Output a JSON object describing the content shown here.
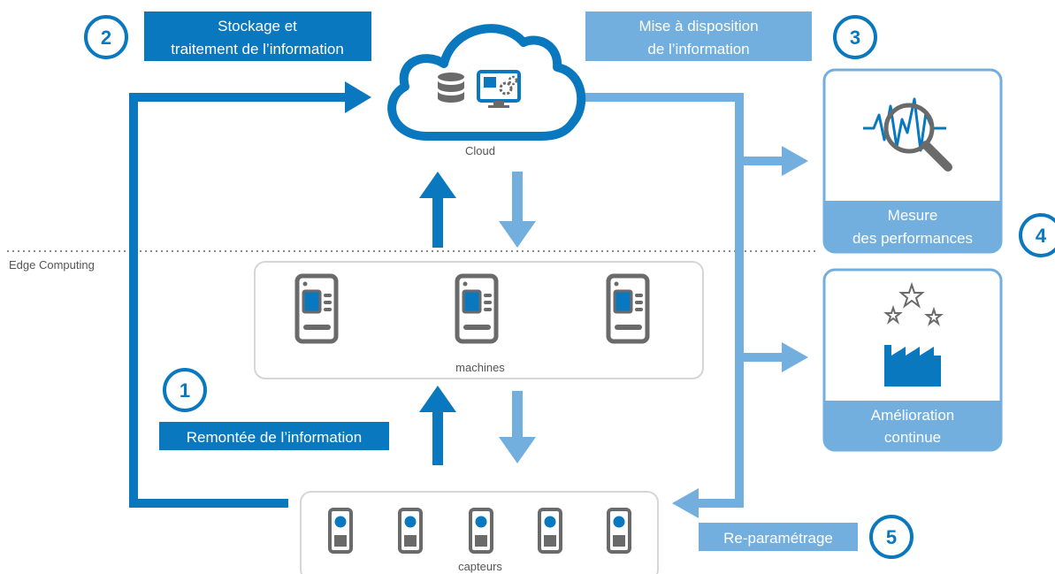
{
  "colors": {
    "dark_blue": "#0a78bf",
    "light_blue": "#72afdf",
    "gray": "#6a6a6a",
    "light_gray": "#d6d6d6",
    "white": "#ffffff"
  },
  "badges": {
    "b1": "1",
    "b2": "2",
    "b3": "3",
    "b4": "4",
    "b5": "5"
  },
  "labels": {
    "stockage_line1": "Stockage et",
    "stockage_line2": "traitement de l’information",
    "mise_line1": "Mise à disposition",
    "mise_line2": "de l’information",
    "remontee": "Remontée de l’information",
    "reparam": "Re-paramétrage",
    "cloud": "Cloud",
    "edge": "Edge Computing",
    "machines": "machines",
    "capteurs": "capteurs",
    "mesure_line1": "Mesure",
    "mesure_line2": "des performances",
    "amelioration_line1": "Amélioration",
    "amelioration_line2": "continue"
  },
  "icons": {
    "cloud": "cloud-icon",
    "database": "database-icon",
    "settings_monitor": "monitor-gears-icon",
    "analysis": "magnifier-waveform-icon",
    "factory": "factory-stars-icon",
    "machine": "machine-icon",
    "sensor": "sensor-icon"
  }
}
